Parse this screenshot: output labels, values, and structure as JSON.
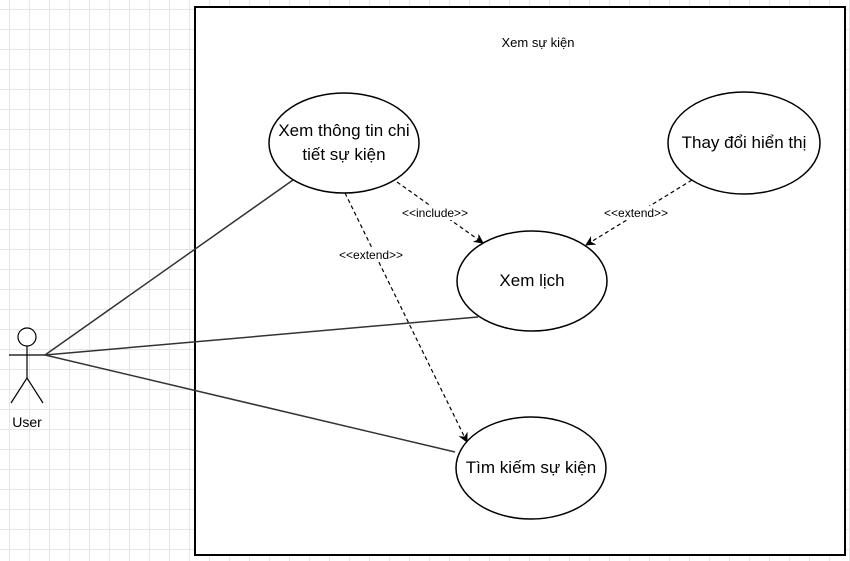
{
  "system": {
    "title": "Xem sự kiện"
  },
  "actor": {
    "name": "User"
  },
  "use_cases": {
    "view_detail": {
      "line1": "Xem thông tin chi",
      "line2": "tiết sự kiện"
    },
    "change_display": {
      "label": "Thay đổi hiển thị"
    },
    "view_calendar": {
      "label": "Xem lịch"
    },
    "search_event": {
      "label": "Tìm kiếm sự kiện"
    }
  },
  "relations": {
    "include_label": "<<include>>",
    "extend_label_1": "<<extend>>",
    "extend_label_2": "<<extend>>"
  },
  "colors": {
    "stroke": "#000000",
    "grid": "#e6e6e6",
    "background": "#ffffff"
  }
}
